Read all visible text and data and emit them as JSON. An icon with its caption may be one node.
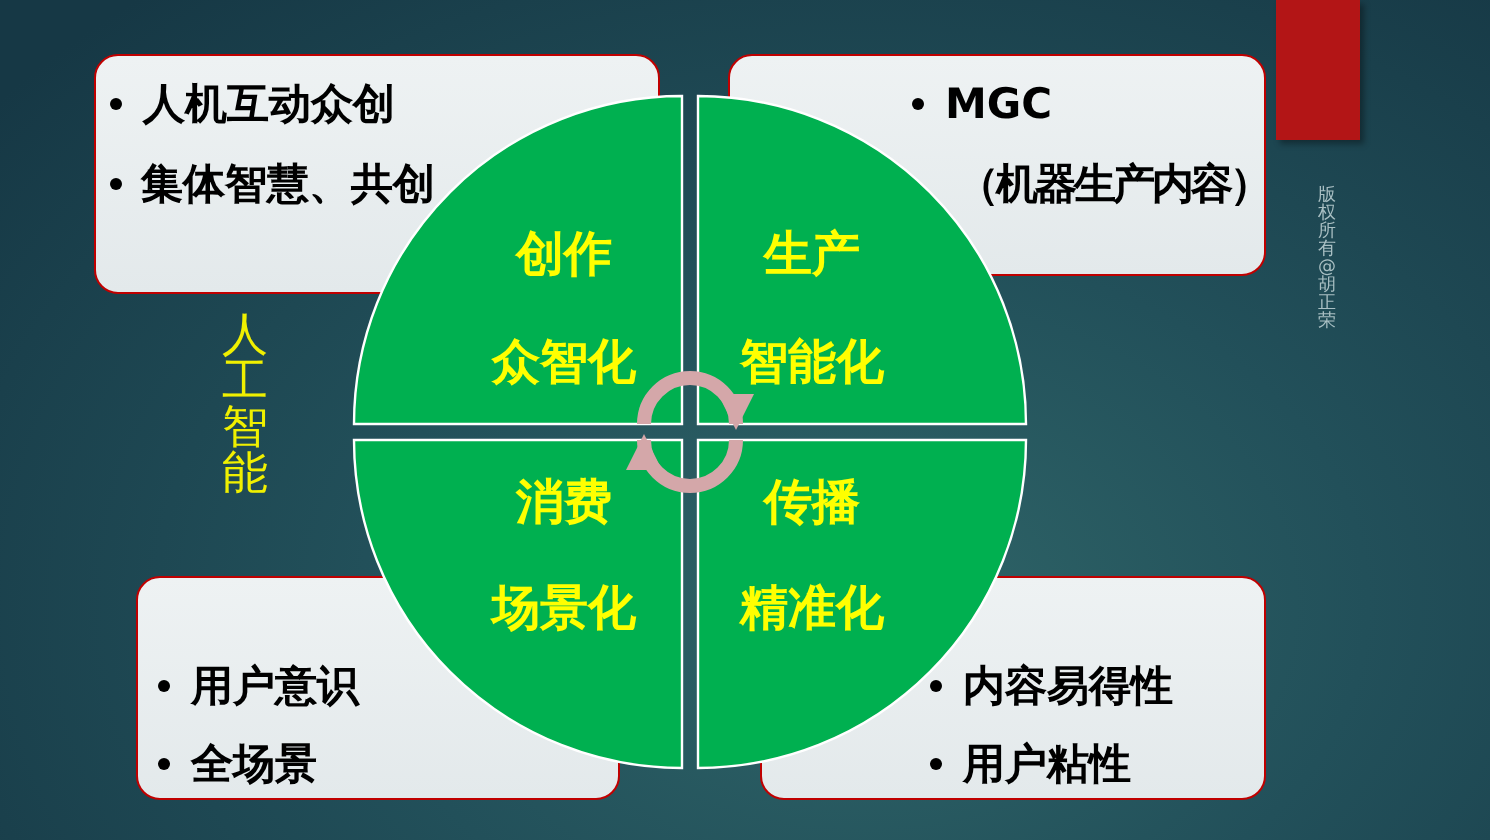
{
  "diagram": {
    "nodes": [
      {
        "text": [
          "人机互动众创",
          "集体智慧、共创"
        ]
      },
      {
        "text": [
          "MGC",
          "（机器生产内容）"
        ]
      },
      {
        "text": [
          "创作",
          "众智化"
        ]
      },
      {
        "text": [
          "生产",
          "智能化"
        ]
      },
      {
        "text": [
          "消费",
          "场景化"
        ]
      },
      {
        "text": [
          "传播",
          "精准化"
        ]
      },
      {
        "text": [
          "用户意识",
          "全场景"
        ]
      },
      {
        "text": [
          "内容易得性",
          "用户粘性"
        ]
      }
    ],
    "edges": [
      {
        "from": 2,
        "to": 3,
        "arrow": "to"
      },
      {
        "from": 5,
        "to": 4,
        "arrow": "to"
      }
    ],
    "labels": [
      "人工智能",
      "版权所有@胡正荣"
    ]
  }
}
